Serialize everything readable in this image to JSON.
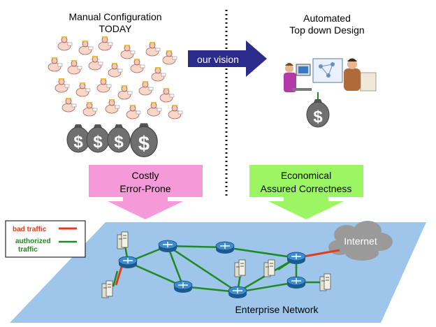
{
  "left_heading": {
    "line1": "Manual Configuration",
    "line2": "TODAY"
  },
  "right_heading": {
    "line1": "Automated",
    "line2": "Top down Design"
  },
  "vision_arrow": {
    "label": "our vision"
  },
  "left_callout": {
    "line1": "Costly",
    "line2": "Error-Prone"
  },
  "right_callout": {
    "line1": "Economical",
    "line2": "Assured Correctness"
  },
  "legend": {
    "bad_label": "bad traffic",
    "authorized_line1": "authorized",
    "authorized_line2": "traffic"
  },
  "network": {
    "cloud_label": "Internet",
    "caption": "Enterprise Network"
  },
  "money_symbol": "$",
  "colors": {
    "vision_arrow": "#2b2b8c",
    "left_callout": "#f59ad8",
    "right_callout": "#9cf562",
    "plane": "#9ec5ea",
    "authorized_link": "#1f8a1f",
    "bad_link": "#e23d17",
    "router": "#2d77b5",
    "cloud": "#9a9a9a",
    "money_bag": "#6f6f6f"
  },
  "icons": [
    "person-crowd-icon",
    "workstation-icon",
    "money-bag-icon",
    "router-icon",
    "server-icon",
    "cloud-icon"
  ]
}
